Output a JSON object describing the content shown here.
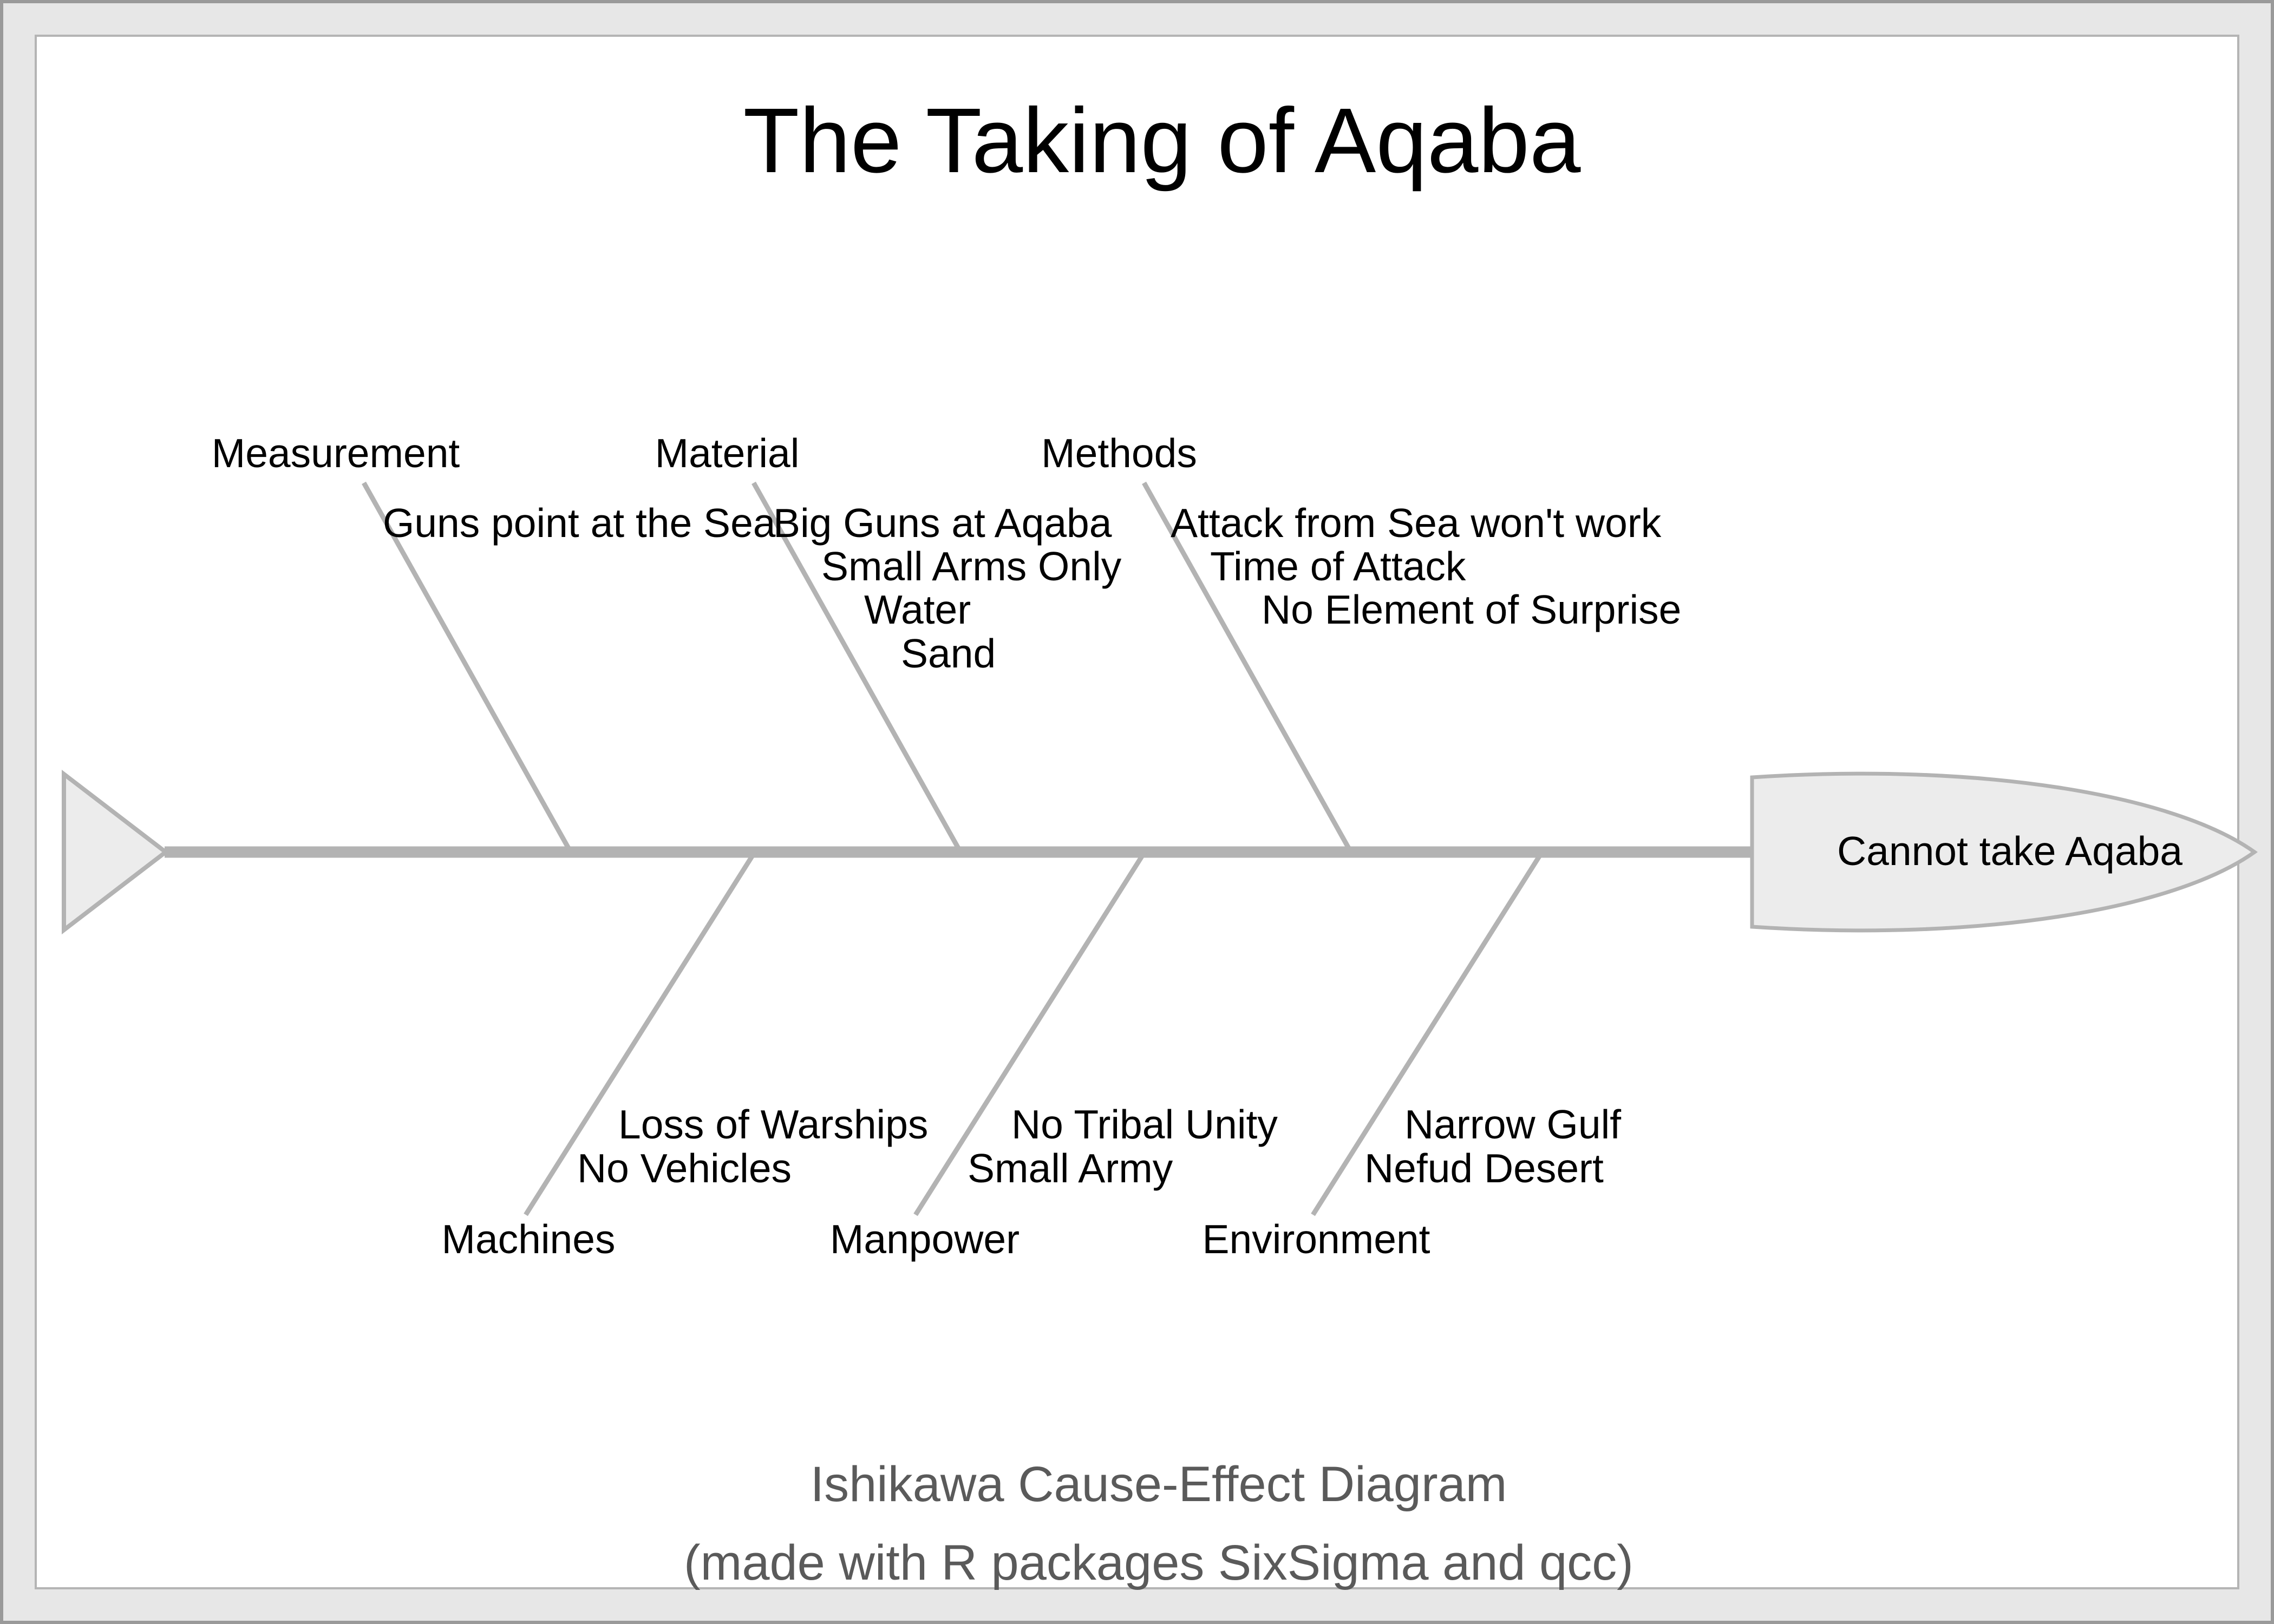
{
  "title": "The Taking of Aqaba",
  "effect": "Cannot take Aqaba",
  "caption": {
    "line1": "Ishikawa Cause-Effect Diagram",
    "line2": "(made with R packages SixSigma and qcc)"
  },
  "colors": {
    "bone": "#b3b3b3",
    "bone_fill": "#ececec",
    "text": "#000000",
    "caption_text": "#5a5a5a",
    "frame_band": "#e7e7e7",
    "frame_outer_border": "#9a9a9a",
    "frame_inner_border": "#b4b4b4",
    "canvas": "#ffffff"
  },
  "branches": {
    "top": [
      {
        "label": "Measurement",
        "causes": [
          "Guns point at the Sea"
        ]
      },
      {
        "label": "Material",
        "causes": [
          "Big Guns at Aqaba",
          "Small Arms Only",
          "Water",
          "Sand"
        ]
      },
      {
        "label": "Methods",
        "causes": [
          "Attack from Sea won't work",
          "Time of Attack",
          "No Element of Surprise"
        ]
      }
    ],
    "bottom": [
      {
        "label": "Machines",
        "causes": [
          "Loss of Warships",
          "No Vehicles"
        ]
      },
      {
        "label": "Manpower",
        "causes": [
          "No Tribal Unity",
          "Small Army"
        ]
      },
      {
        "label": "Environment",
        "causes": [
          "Narrow Gulf",
          "Nefud Desert"
        ]
      }
    ]
  }
}
